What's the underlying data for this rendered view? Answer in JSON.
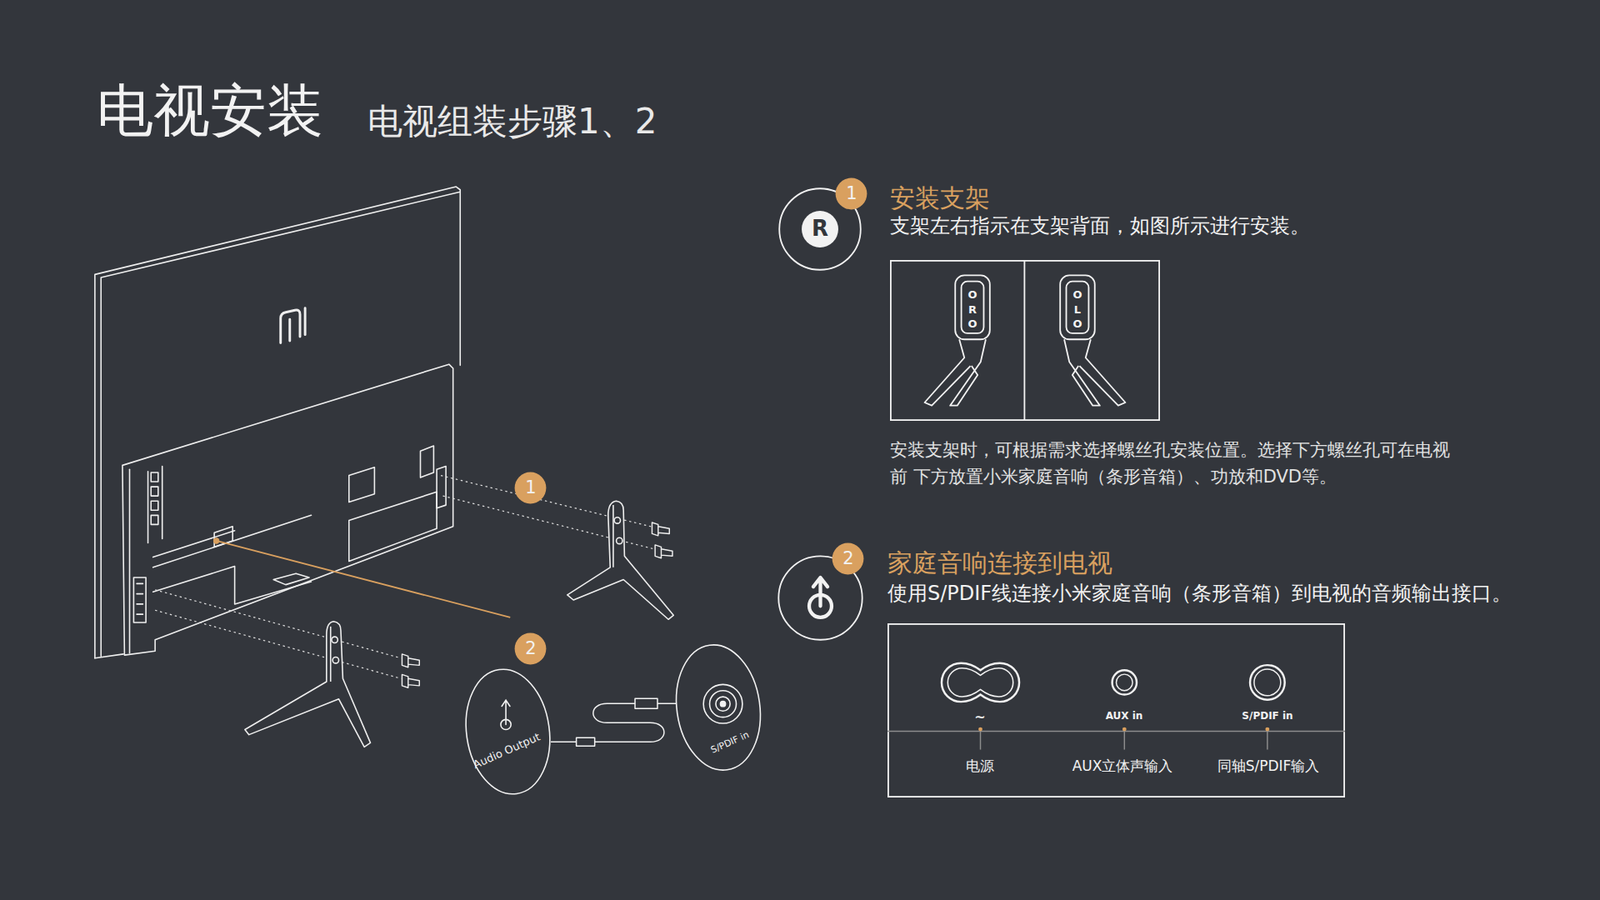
{
  "diagram": {
    "title": "电视安装",
    "nodes": [
      {
        "text": [
          "1"
        ]
      },
      {
        "text": [
          "2"
        ]
      },
      {
        "text": [
          "Audio Output"
        ]
      },
      {
        "text": [
          "S/PDIF in"
        ]
      },
      {
        "text": [
          "R"
        ]
      },
      {
        "text": [
          "1"
        ]
      },
      {
        "text": [
          "O R O",
          "O L O"
        ]
      },
      {
        "text": [
          "2"
        ]
      },
      {
        "text": [
          "~",
          "AUX in",
          "S/PDIF in",
          "电源",
          "AUX立体声输入",
          "同轴S/PDIF输入"
        ]
      }
    ],
    "edges": [
      {
        "from": 2,
        "to": 3,
        "arrow": "none"
      }
    ],
    "labels": [
      "电视组装步骤1、2",
      "安装支架",
      "支架左右指示在支架背面，如图所示进行安装。",
      "安装支架时，可根据需求选择螺丝孔安装位置。选择下方螺丝孔可在电视前 下方放置小米家庭音响（条形音箱）、功放和DVD等。",
      "家庭音响连接到电视",
      "使用S/PDIF线连接小米家庭音响（条形音箱）到电视的音频输出接口。"
    ]
  }
}
